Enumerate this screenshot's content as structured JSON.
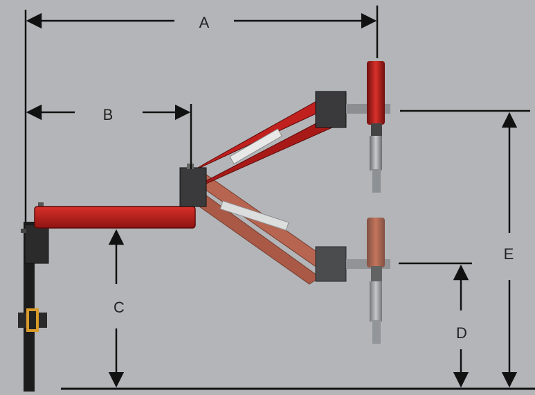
{
  "diagram": {
    "labels": {
      "a": "A",
      "b": "B",
      "c": "C",
      "d": "D",
      "e": "E"
    },
    "colors": {
      "background": "#b3b5b8",
      "arm_red": "#c0201e",
      "arm_faded": "#b8573e",
      "dark_block": "#3a3a3c",
      "dimension_line": "#111111"
    }
  }
}
